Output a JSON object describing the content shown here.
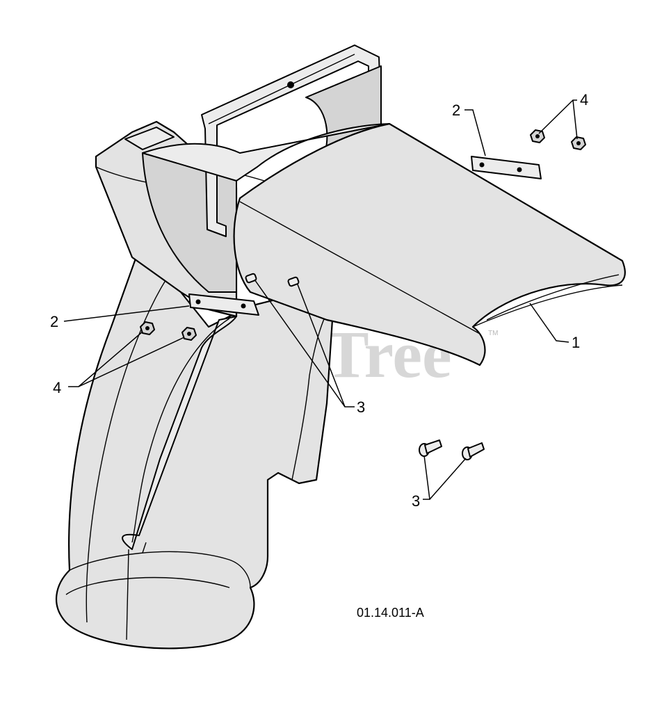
{
  "callouts": [
    {
      "id": "deflector",
      "label": "1"
    },
    {
      "id": "plate-right",
      "label": "2"
    },
    {
      "id": "nuts-right",
      "label": "4"
    },
    {
      "id": "plate-left",
      "label": "2"
    },
    {
      "id": "nuts-left",
      "label": "4"
    },
    {
      "id": "bolts-installed",
      "label": "3"
    },
    {
      "id": "bolts-loose",
      "label": "3"
    }
  ],
  "drawing_id": "01.14.011-A",
  "watermark": "PartsTree",
  "watermark_mark": "TM"
}
